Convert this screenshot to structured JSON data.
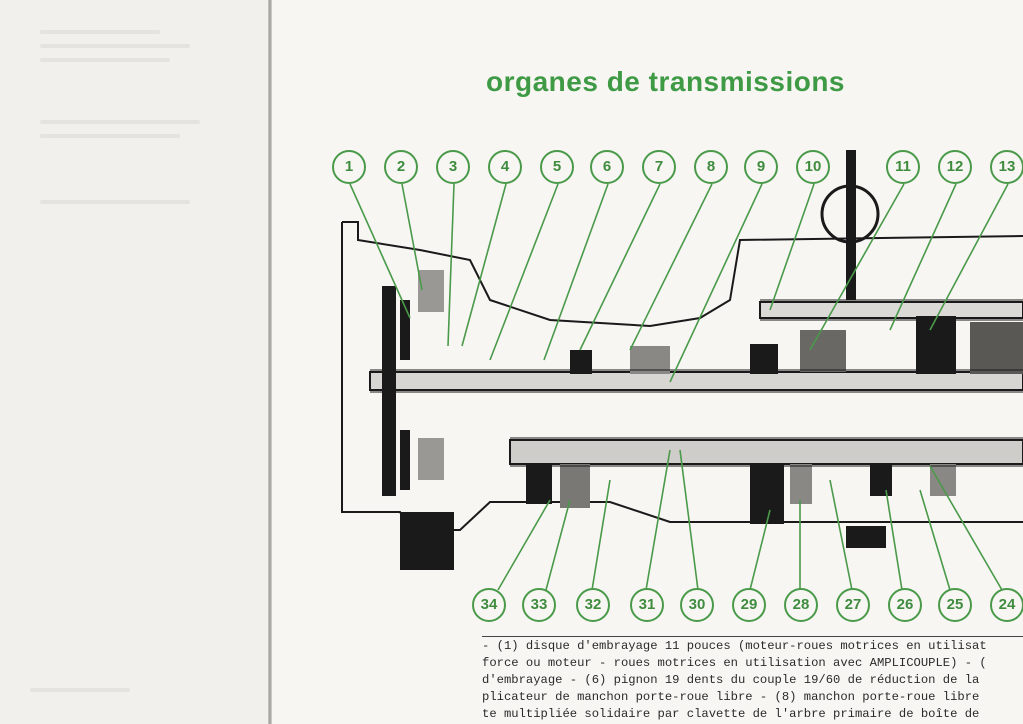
{
  "page_title": "organes de transmissions",
  "callouts_top": [
    "1",
    "2",
    "3",
    "4",
    "5",
    "6",
    "7",
    "8",
    "9",
    "10",
    "11",
    "12",
    "13"
  ],
  "callouts_bottom": [
    "34",
    "33",
    "32",
    "31",
    "30",
    "29",
    "28",
    "27",
    "26",
    "25",
    "24"
  ],
  "caption_lines": [
    "- (1) disque d'embrayage 11 pouces (moteur-roues motrices en utilisat",
    "force ou moteur - roues motrices en utilisation avec AMPLICOUPLE) - (",
    "d'embrayage - (6) pignon 19 dents du couple 19/60 de réduction de la",
    "plicateur de manchon porte-roue libre - (8) manchon porte-roue libre",
    "te multipliée solidaire par clavette de l'arbre primaire de boîte de"
  ],
  "colors": {
    "title_green": "#3f9a45",
    "callout_green": "#4a9a4a",
    "ink": "#1a1a1a"
  }
}
